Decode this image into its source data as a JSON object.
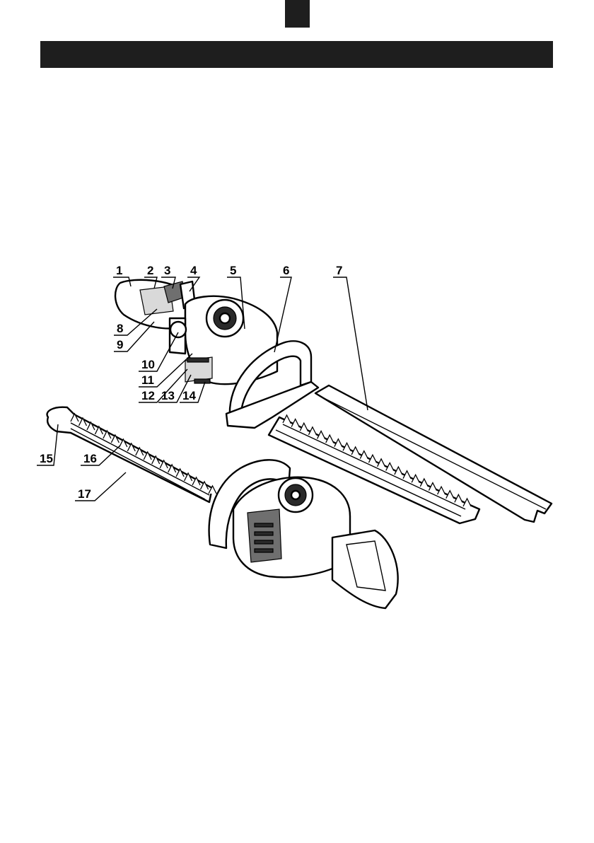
{
  "header": {
    "tab_color": "#1e1e1e",
    "bar_color": "#1e1e1e"
  },
  "callouts": [
    {
      "id": "1",
      "label": "1"
    },
    {
      "id": "2",
      "label": "2"
    },
    {
      "id": "3",
      "label": "3"
    },
    {
      "id": "4",
      "label": "4"
    },
    {
      "id": "5",
      "label": "5"
    },
    {
      "id": "6",
      "label": "6"
    },
    {
      "id": "7",
      "label": "7"
    },
    {
      "id": "8",
      "label": "8"
    },
    {
      "id": "9",
      "label": "9"
    },
    {
      "id": "10",
      "label": "10"
    },
    {
      "id": "11",
      "label": "11"
    },
    {
      "id": "12",
      "label": "12"
    },
    {
      "id": "13",
      "label": "13"
    },
    {
      "id": "14",
      "label": "14"
    },
    {
      "id": "15",
      "label": "15"
    },
    {
      "id": "16",
      "label": "16"
    },
    {
      "id": "17",
      "label": "17"
    }
  ]
}
